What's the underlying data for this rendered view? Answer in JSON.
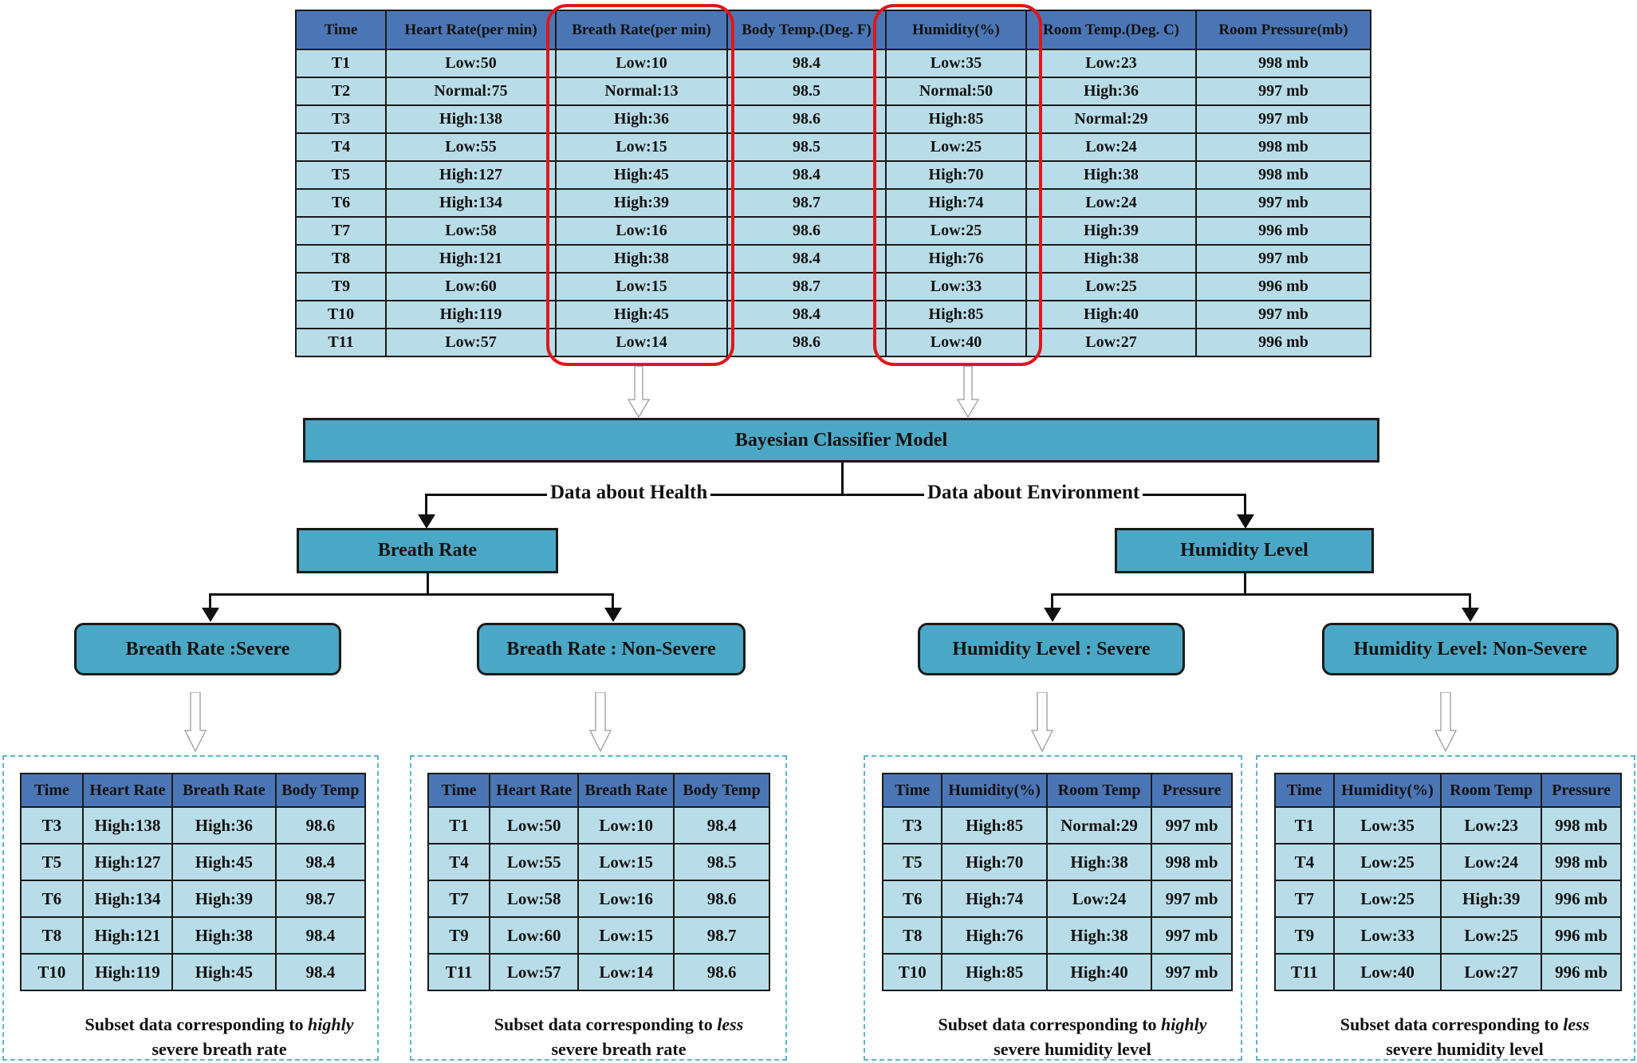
{
  "main_table": {
    "headers": [
      "Time",
      "Heart Rate(per min)",
      "Breath Rate(per min)",
      "Body Temp.(Deg. F)",
      "Humidity(%)",
      "Room Temp.(Deg. C)",
      "Room Pressure(mb)"
    ],
    "rows": [
      [
        "T1",
        "Low:50",
        "Low:10",
        "98.4",
        "Low:35",
        "Low:23",
        "998 mb"
      ],
      [
        "T2",
        "Normal:75",
        "Normal:13",
        "98.5",
        "Normal:50",
        "High:36",
        "997 mb"
      ],
      [
        "T3",
        "High:138",
        "High:36",
        "98.6",
        "High:85",
        "Normal:29",
        "997 mb"
      ],
      [
        "T4",
        "Low:55",
        "Low:15",
        "98.5",
        "Low:25",
        "Low:24",
        "998 mb"
      ],
      [
        "T5",
        "High:127",
        "High:45",
        "98.4",
        "High:70",
        "High:38",
        "998 mb"
      ],
      [
        "T6",
        "High:134",
        "High:39",
        "98.7",
        "High:74",
        "Low:24",
        "997 mb"
      ],
      [
        "T7",
        "Low:58",
        "Low:16",
        "98.6",
        "Low:25",
        "High:39",
        "996 mb"
      ],
      [
        "T8",
        "High:121",
        "High:38",
        "98.4",
        "High:76",
        "High:38",
        "997 mb"
      ],
      [
        "T9",
        "Low:60",
        "Low:15",
        "98.7",
        "Low:33",
        "Low:25",
        "996 mb"
      ],
      [
        "T10",
        "High:119",
        "High:45",
        "98.4",
        "High:85",
        "High:40",
        "997 mb"
      ],
      [
        "T11",
        "Low:57",
        "Low:14",
        "98.6",
        "Low:40",
        "Low:27",
        "996 mb"
      ]
    ]
  },
  "classifier": {
    "label": "Bayesian Classifier Model"
  },
  "branches": {
    "health": "Data about Health",
    "environment": "Data about Environment"
  },
  "nodes": {
    "breath_rate": "Breath Rate",
    "humidity_level": "Humidity Level",
    "breath_severe": "Breath Rate :Severe",
    "breath_non_severe": "Breath Rate : Non-Severe",
    "humidity_severe": "Humidity Level : Severe",
    "humidity_non_severe": "Humidity Level: Non-Severe"
  },
  "subsets": [
    {
      "headers": [
        "Time",
        "Heart Rate",
        "Breath Rate",
        "Body Temp"
      ],
      "rows": [
        [
          "T3",
          "High:138",
          "High:36",
          "98.6"
        ],
        [
          "T5",
          "High:127",
          "High:45",
          "98.4"
        ],
        [
          "T6",
          "High:134",
          "High:39",
          "98.7"
        ],
        [
          "T8",
          "High:121",
          "High:38",
          "98.4"
        ],
        [
          "T10",
          "High:119",
          "High:45",
          "98.4"
        ]
      ],
      "caption_pre": "Subset data corresponding to ",
      "caption_em": "highly",
      "caption_post": "severe breath rate"
    },
    {
      "headers": [
        "Time",
        "Heart Rate",
        "Breath Rate",
        "Body Temp"
      ],
      "rows": [
        [
          "T1",
          "Low:50",
          "Low:10",
          "98.4"
        ],
        [
          "T4",
          "Low:55",
          "Low:15",
          "98.5"
        ],
        [
          "T7",
          "Low:58",
          "Low:16",
          "98.6"
        ],
        [
          "T9",
          "Low:60",
          "Low:15",
          "98.7"
        ],
        [
          "T11",
          "Low:57",
          "Low:14",
          "98.6"
        ]
      ],
      "caption_pre": "Subset data corresponding to ",
      "caption_em": "less",
      "caption_post": "severe breath rate"
    },
    {
      "headers": [
        "Time",
        "Humidity(%)",
        "Room Temp",
        "Pressure"
      ],
      "rows": [
        [
          "T3",
          "High:85",
          "Normal:29",
          "997 mb"
        ],
        [
          "T5",
          "High:70",
          "High:38",
          "998 mb"
        ],
        [
          "T6",
          "High:74",
          "Low:24",
          "997 mb"
        ],
        [
          "T8",
          "High:76",
          "High:38",
          "997 mb"
        ],
        [
          "T10",
          "High:85",
          "High:40",
          "997 mb"
        ]
      ],
      "caption_pre": "Subset data corresponding to ",
      "caption_em": "highly",
      "caption_post": "severe humidity level"
    },
    {
      "headers": [
        "Time",
        "Humidity(%)",
        "Room Temp",
        "Pressure"
      ],
      "rows": [
        [
          "T1",
          "Low:35",
          "Low:23",
          "998 mb"
        ],
        [
          "T4",
          "Low:25",
          "Low:24",
          "998 mb"
        ],
        [
          "T7",
          "Low:25",
          "High:39",
          "996 mb"
        ],
        [
          "T9",
          "Low:33",
          "Low:25",
          "996 mb"
        ],
        [
          "T11",
          "Low:40",
          "Low:27",
          "996 mb"
        ]
      ],
      "caption_pre": "Subset data corresponding to ",
      "caption_em": "less",
      "caption_post": "severe humidity level"
    }
  ],
  "colors": {
    "header": "#4a76b6",
    "cell": "#b8dde8",
    "box": "#4aa8c6",
    "highlight": "#e0161d",
    "panel_border": "#5fb3c4"
  }
}
